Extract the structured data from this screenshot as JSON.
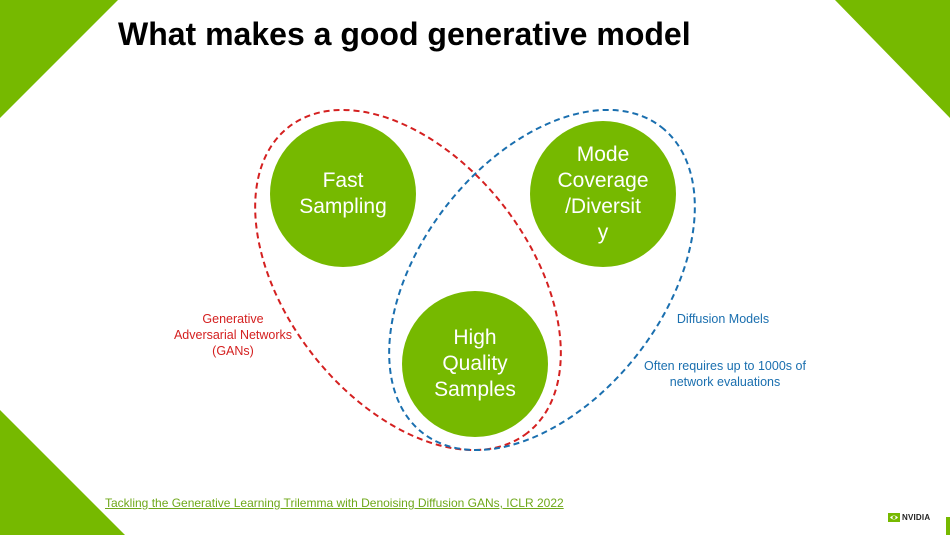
{
  "slide": {
    "title": "What makes a good generative model",
    "colors": {
      "accent_green": "#76b900",
      "gan_red": "#d42020",
      "diffusion_blue": "#1a6faf"
    }
  },
  "diagram": {
    "properties": [
      {
        "id": "fast",
        "lines": [
          "Fast",
          "Sampling"
        ]
      },
      {
        "id": "mode",
        "lines": [
          "Mode",
          "Coverage",
          "/Diversit",
          "y"
        ]
      },
      {
        "id": "quality",
        "lines": [
          "High",
          "Quality",
          "Samples"
        ]
      }
    ],
    "groups": {
      "gan": {
        "lines": [
          "Generative",
          "Adversarial Networks",
          "(GANs)"
        ]
      },
      "diffusion": {
        "label": "Diffusion Models",
        "note_lines": [
          "Often requires up to 1000s of",
          "network evaluations"
        ]
      }
    }
  },
  "footer": {
    "reference": "Tackling the Generative Learning Trilemma with Denoising Diffusion GANs, ICLR 2022",
    "logo_text": "NVIDIA"
  }
}
